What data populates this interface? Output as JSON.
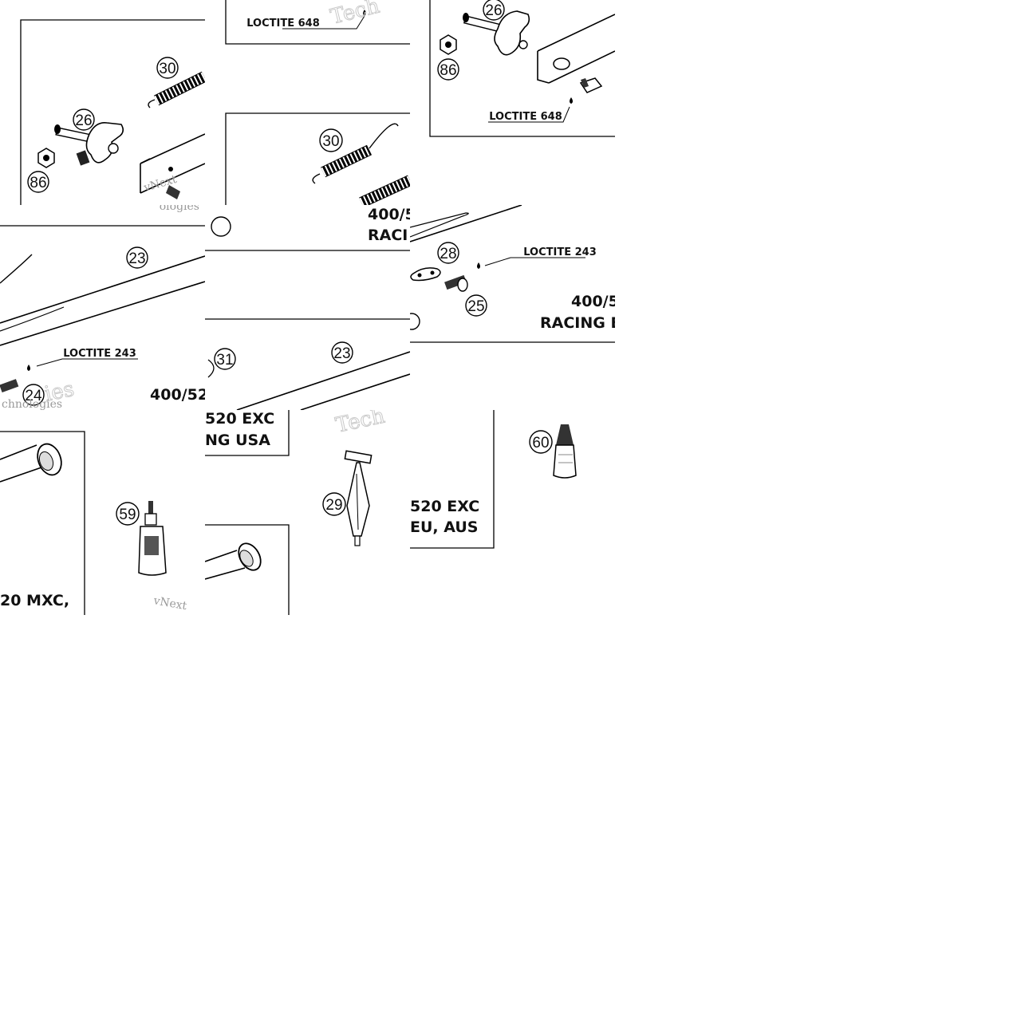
{
  "callouts": {
    "n23": "23",
    "n24": "24",
    "n25": "25",
    "n26": "26",
    "n28": "28",
    "n29": "29",
    "n30": "30",
    "n31": "31",
    "n59": "59",
    "n60": "60",
    "n86": "86"
  },
  "threadlock": {
    "loctite_648": "LOCTITE 648",
    "loctite_243": "LOCTITE 243"
  },
  "model_labels": {
    "model_400_52": "400/52",
    "model_400_5": "400/5",
    "racing_frag": "RACI",
    "racing_e": "RACING E",
    "exc_520": "520 EXC",
    "racing_usa_frag": "NG USA",
    "eu_aus_frag": "EU, AUS",
    "mxc_frag": "20 MXC,"
  },
  "watermark": {
    "tech": "Tech",
    "vnext": "vNext",
    "logies": "ologies",
    "technologies_frag": "chnologies"
  }
}
